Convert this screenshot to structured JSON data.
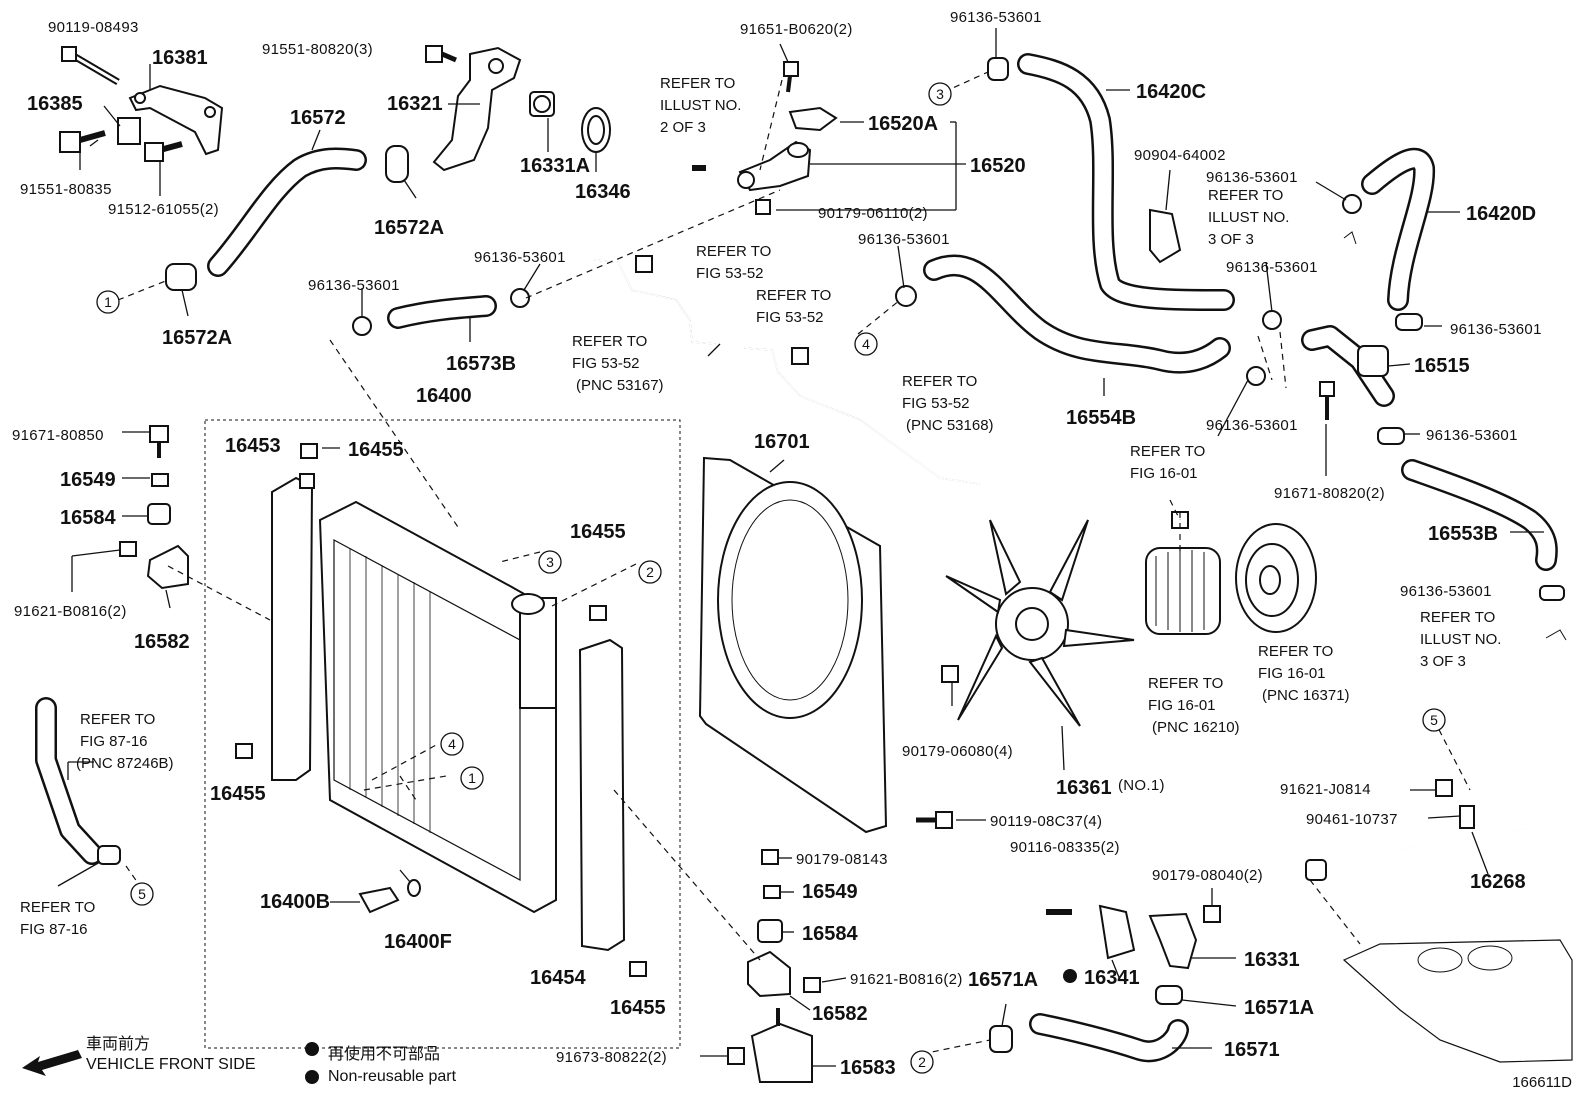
{
  "labels": {
    "l16381": "16381",
    "l16385": "16385",
    "l16572": "16572",
    "l16321": "16321",
    "l16331A": "16331A",
    "l16346": "16346",
    "l16572A_a": "16572A",
    "l16572A_b": "16572A",
    "l16573B": "16573B",
    "l16400": "16400",
    "l16420C": "16420C",
    "l16420D": "16420D",
    "l16520A": "16520A",
    "l16520": "16520",
    "l16554B": "16554B",
    "l16515": "16515",
    "l16553B": "16553B",
    "l16701": "16701",
    "l16453": "16453",
    "l16455_a": "16455",
    "l16455_b": "16455",
    "l16455_c": "16455",
    "l16455_d": "16455",
    "l16549_a": "16549",
    "l16549_b": "16549",
    "l16584_a": "16584",
    "l16584_b": "16584",
    "l16582_a": "16582",
    "l16582_b": "16582",
    "l16583": "16583",
    "l16400B": "16400B",
    "l16400F": "16400F",
    "l16454": "16454",
    "l16361": "16361",
    "l16361_no": "(NO.1)",
    "l16341": "16341",
    "l16331": "16331",
    "l16571A_a": "16571A",
    "l16571A_b": "16571A",
    "l16571": "16571",
    "l16268": "16268"
  },
  "part_numbers": {
    "p1": "90119-08493",
    "p2": "91551-80820(3)",
    "p3": "91551-80835",
    "p4": "91512-61055(2)",
    "p5": "91651-B0620(2)",
    "p6": "96136-53601",
    "p7": "90179-06110(2)",
    "p8": "90904-64002",
    "p9": "96136-53601",
    "p10": "96136-53601",
    "p11": "96136-53601",
    "p12": "96136-53601",
    "p13": "96136-53601",
    "p14": "96136-53601",
    "p15": "96136-53601",
    "p16": "96136-53601",
    "p17": "96136-53601",
    "p18": "91671-80820(2)",
    "p19": "91671-80850",
    "p20": "91621-B0816(2)",
    "p21": "90179-06080(4)",
    "p22": "90119-08C37(4)",
    "p23": "90179-08143",
    "p24": "91621-B0816(2)",
    "p25": "91673-80822(2)",
    "p26": "90116-08335(2)",
    "p27": "90179-08040(2)",
    "p28": "91621-J0814",
    "p29": "90461-10737"
  },
  "refs": {
    "r1": [
      "REFER TO",
      "ILLUST NO.",
      "2 OF 3"
    ],
    "r2": [
      "REFER TO",
      "FIG 53-52"
    ],
    "r3": [
      "REFER TO",
      "FIG 53-52"
    ],
    "r4": [
      "REFER TO",
      "FIG 53-52",
      "(PNC 53167)"
    ],
    "r5": [
      "REFER TO",
      "FIG 53-52",
      "(PNC 53168)"
    ],
    "r6": [
      "REFER TO",
      "ILLUST NO.",
      "3 OF 3"
    ],
    "r7": [
      "REFER TO",
      "FIG 16-01"
    ],
    "r8": [
      "REFER TO",
      "FIG 16-01",
      "(PNC 16371)"
    ],
    "r9": [
      "REFER TO",
      "FIG 16-01",
      "(PNC 16210)"
    ],
    "r10": [
      "REFER TO",
      "ILLUST NO.",
      "3 OF 3"
    ],
    "r11": [
      "REFER TO",
      "FIG 87-16",
      "(PNC 87246B)"
    ],
    "r12": [
      "REFER TO",
      "FIG 87-16"
    ]
  },
  "callouts": {
    "c1a": "1",
    "c1b": "1",
    "c2a": "2",
    "c2b": "2",
    "c3a": "3",
    "c3b": "3",
    "c4a": "4",
    "c4b": "4",
    "c5a": "5",
    "c5b": "5"
  },
  "legend": {
    "front_jp": "車両前方",
    "front_en": "VEHICLE FRONT SIDE",
    "nonreuse_jp": "再使用不可部品",
    "nonreuse_en": "Non-reusable part"
  },
  "diagram_id": "166611D"
}
